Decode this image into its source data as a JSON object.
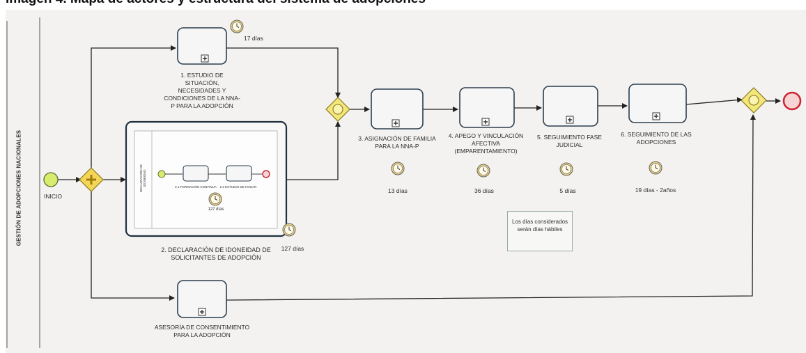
{
  "title": "Imagen 4. Mapa de actores y estructura del sistema de adopciones",
  "pool": "GESTIÓN DE ADOPCIONES NACIONALES",
  "start_label": "INICIO",
  "tasks": [
    {
      "label": "1. ESTUDIO DE SITUACIÓN, NECESIDADES Y CONDICIONES DE LA NNA-P PARA LA ADOPCIÓN",
      "duration": "17 días"
    },
    {
      "label": "2. DECLARACIÓN DE IDONEIDAD DE SOLICITANTES DE ADOPCIÓN",
      "duration": "127 días"
    },
    {
      "label": "ASESORÍA DE CONSENTIMIENTO PARA LA ADOPCIÓN"
    },
    {
      "label": "3. ASIGNACIÓN DE FAMILIA PARA LA NNA-P",
      "duration": "13 días"
    },
    {
      "label": "4. APEGO Y VINCULACIÓN AFECTIVA (EMPARENTAMIENTO)",
      "duration": "36 días"
    },
    {
      "label": "5. SEGUIMIENTO FASE JUDICIAL",
      "duration": "5 días"
    },
    {
      "label": "6. SEGUIMIENTO DE LAS ADOPCIONES",
      "duration": "19 días - 2años"
    }
  ],
  "subprocess": {
    "lane": "DECLARACIÓN DE IDONEIDAD",
    "task1": "2.1 FORMACIÓN CONTINUA",
    "task2": "2.2 ESTUDIO DE HOGAR",
    "duration": "127 días"
  },
  "note": "Los días considerados serán días hábiles"
}
